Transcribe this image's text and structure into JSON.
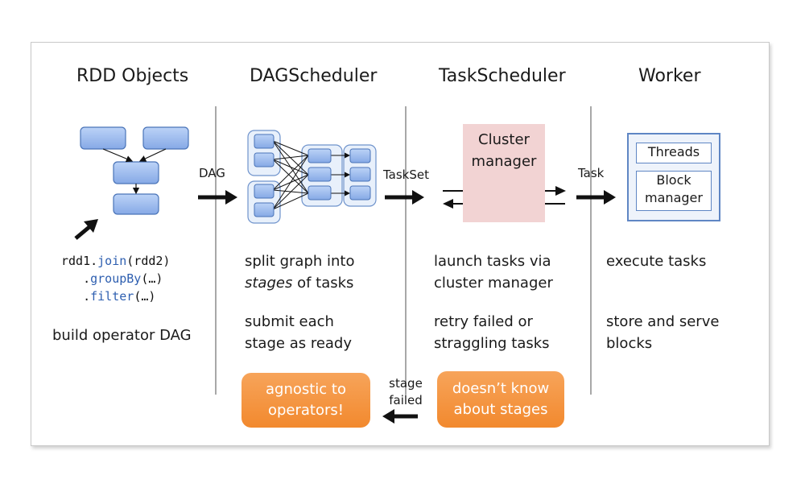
{
  "columns": [
    {
      "title": "RDD Objects"
    },
    {
      "title": "DAGScheduler"
    },
    {
      "title": "TaskScheduler"
    },
    {
      "title": "Worker"
    }
  ],
  "arrows": {
    "dag": "DAG",
    "taskset": "TaskSet",
    "task": "Task",
    "stage_failed_line1": "stage",
    "stage_failed_line2": "failed"
  },
  "rdd": {
    "code": {
      "line1_var": "rdd1.",
      "line1_fn": "join",
      "line1_rest": "(rdd2)",
      "line2_dot": "   .",
      "line2_fn": "groupBy",
      "line2_rest": "(…)",
      "line3_dot": "   .",
      "line3_fn": "filter",
      "line3_rest": "(…)"
    },
    "desc": "build operator DAG"
  },
  "dag_scheduler": {
    "desc1_line1": "split graph into",
    "desc1_line2_italic": "stages",
    "desc1_line2_rest": " of tasks",
    "desc2_line1": "submit each",
    "desc2_line2": "stage as ready",
    "callout_line1": "agnostic to",
    "callout_line2": "operators!"
  },
  "task_scheduler": {
    "cluster_line1": "Cluster",
    "cluster_line2": "manager",
    "desc1_line1": "launch tasks via",
    "desc1_line2": "cluster manager",
    "desc2_line1": "retry failed or",
    "desc2_line2": "straggling tasks",
    "callout_line1": "doesn’t know",
    "callout_line2": "about stages"
  },
  "worker": {
    "threads": "Threads",
    "block_line1": "Block",
    "block_line2": "manager",
    "desc1": "execute tasks",
    "desc2_line1": "store and serve",
    "desc2_line2": "blocks"
  },
  "colors": {
    "node_fill": "#9dbdf0",
    "node_stroke": "#4a74b8",
    "callout": "#f2892e",
    "cluster_bg": "#f2d3d3"
  }
}
